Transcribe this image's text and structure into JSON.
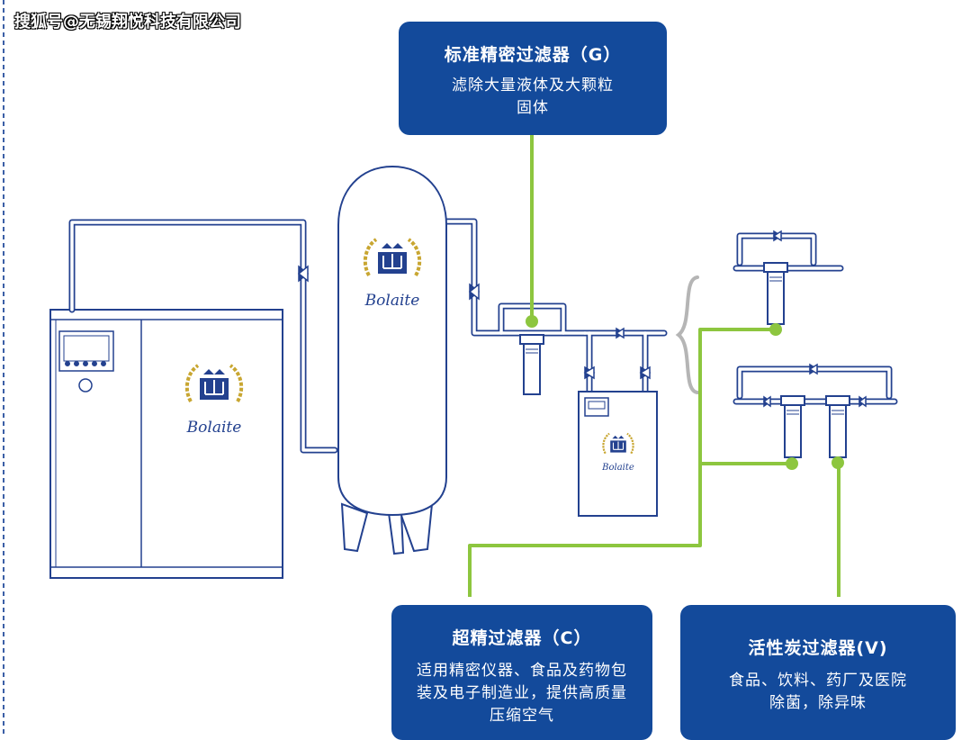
{
  "watermark": "搜狐号@无锡翔悦科技有限公司",
  "brand": "Bolaite",
  "callouts": {
    "g": {
      "title": "标准精密过滤器（G）",
      "desc_line1": "滤除大量液体及大颗粒",
      "desc_line2": "固体"
    },
    "c": {
      "title": "超精过滤器（C）",
      "desc": "适用精密仪器、食品及药物包装及电子制造业，提供高质量压缩空气"
    },
    "v": {
      "title": "活性炭过滤器(V)",
      "desc_line1": "食品、饮料、药厂及医院",
      "desc_line2": "除菌，除异味"
    }
  },
  "colors": {
    "callout_bg": "#134a9b",
    "pipe": "#23418f",
    "leader": "#8dc63f",
    "bracket": "#b5b5b5",
    "border_dash": "#3b5fa6"
  },
  "icons": [
    "crown-wreath-logo-icon"
  ]
}
